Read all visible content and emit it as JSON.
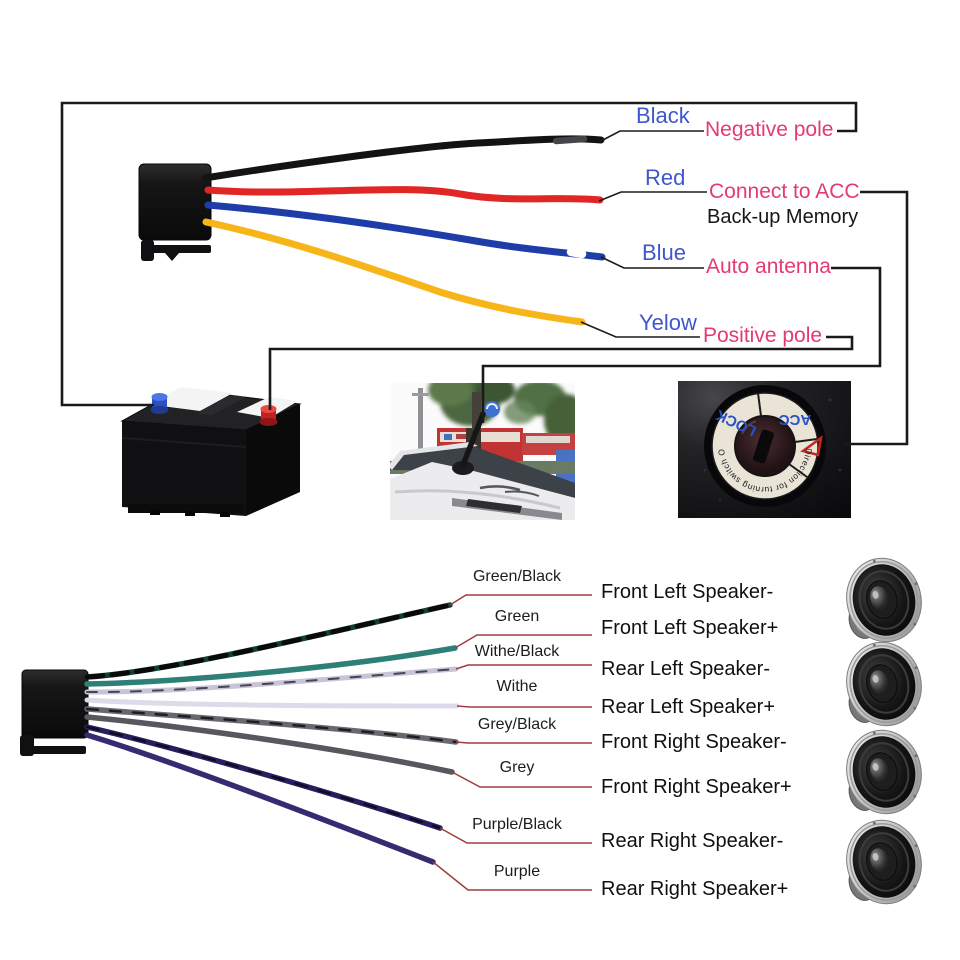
{
  "power_harness": {
    "wires": [
      {
        "label": "Black",
        "connection": "Negative pole",
        "hex": "#131313"
      },
      {
        "label": "Red",
        "connection": "Connect to ACC",
        "note": "Back-up Memory",
        "hex": "#e12626"
      },
      {
        "label": "Blue",
        "connection": "Auto antenna",
        "hex": "#1e3da8"
      },
      {
        "label": "Yelow",
        "connection": "Positive pole",
        "hex": "#f8b519"
      }
    ],
    "label_color": "#4056cc",
    "connection_color": "#e43a72",
    "note_color": "#161616",
    "line_color": "#1a1a1a"
  },
  "ignition_switch": {
    "acc": "ACC",
    "lock": "LOCK",
    "ring_text": "Direction for turning switch ON"
  },
  "speaker_harness": {
    "wires": [
      {
        "label": "Green/Black",
        "connection": "Front Left Speaker-",
        "hex": "#11403a",
        "striped": true
      },
      {
        "label": "Green",
        "connection": "Front Left Speaker+",
        "hex": "#2e8076",
        "striped": false
      },
      {
        "label": "Withe/Black",
        "connection": "Rear Left Speaker-",
        "hex": "#c9c3d8",
        "striped": true
      },
      {
        "label": "Withe",
        "connection": "Rear Left Speaker+",
        "hex": "#dedae9",
        "striped": false
      },
      {
        "label": "Grey/Black",
        "connection": "Front Right Speaker-",
        "hex": "#68686e",
        "striped": true
      },
      {
        "label": "Grey",
        "connection": "Front Right Speaker+",
        "hex": "#57575e",
        "striped": false
      },
      {
        "label": "Purple/Black",
        "connection": "Rear Right Speaker-",
        "hex": "#27205e",
        "striped": true
      },
      {
        "label": "Purple",
        "connection": "Rear Right Speaker+",
        "hex": "#342b72",
        "striped": false
      }
    ],
    "leader_color": "#9e3c40"
  }
}
